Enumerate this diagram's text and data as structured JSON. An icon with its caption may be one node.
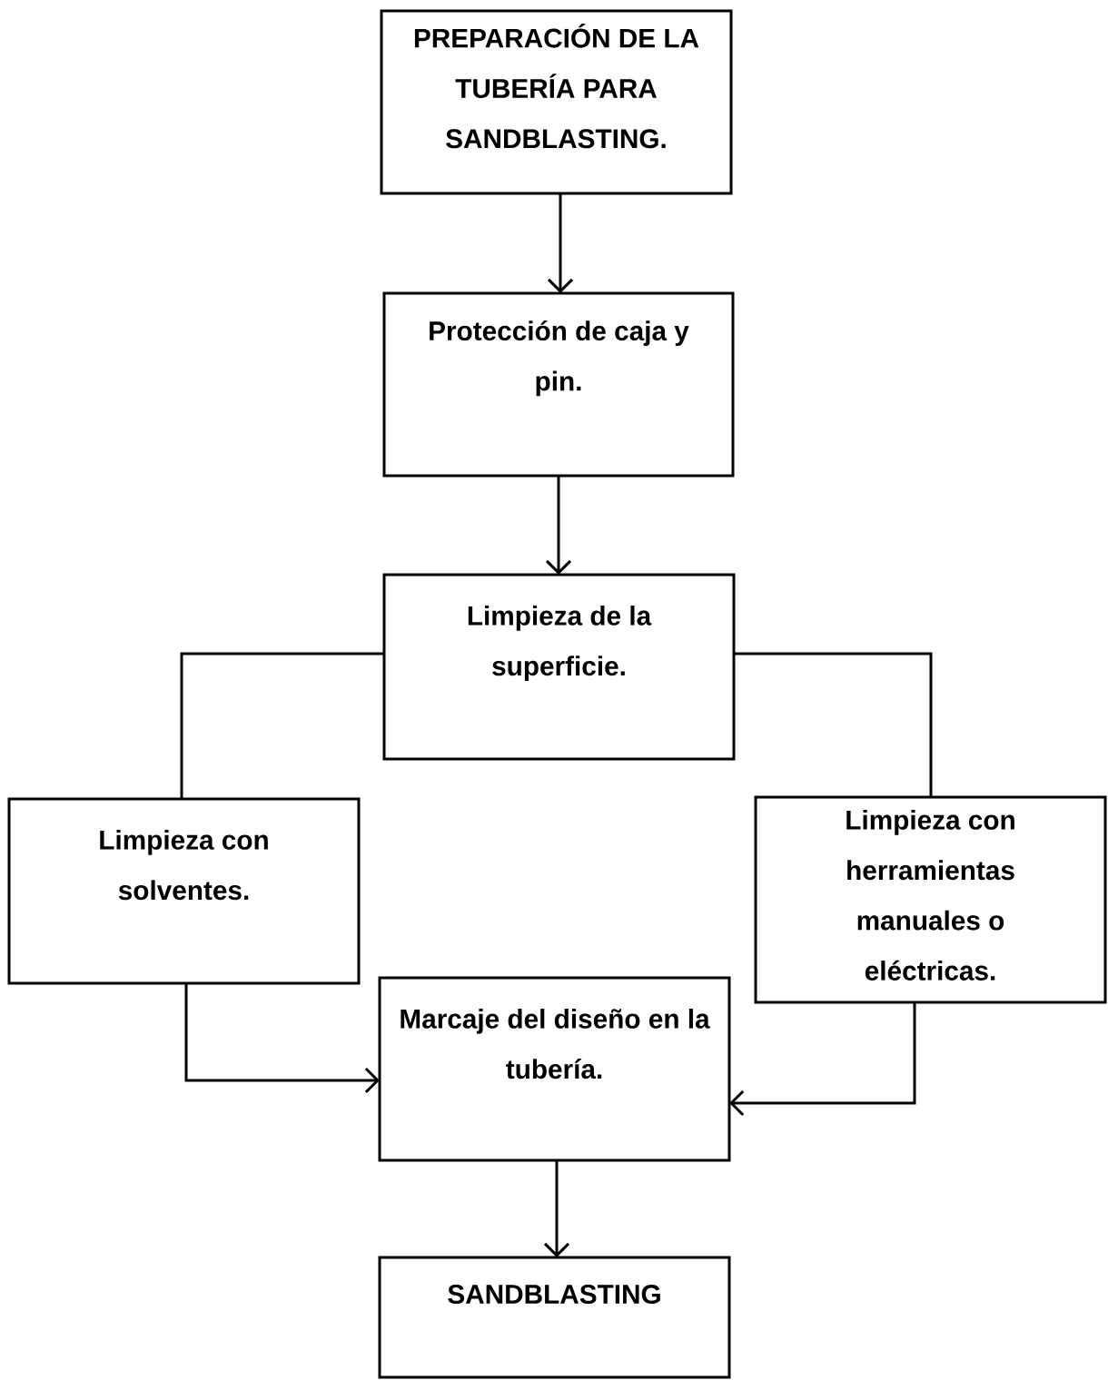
{
  "diagram": {
    "nodes": [
      {
        "text": [
          "PREPARACIÓN DE LA TUBERÍA PARA SANDBLASTING."
        ]
      },
      {
        "text": [
          "Protección de caja y pin."
        ]
      },
      {
        "text": [
          "Limpieza de la superficie."
        ]
      },
      {
        "text": [
          "Limpieza con solventes."
        ]
      },
      {
        "text": [
          "Limpieza con herramientas manuales o eléctricas."
        ]
      },
      {
        "text": [
          "Marcaje del diseño en la tubería."
        ]
      },
      {
        "text": [
          "SANDBLASTING"
        ]
      }
    ],
    "edges": [
      {
        "from": 0,
        "to": 1,
        "arrow": "to"
      },
      {
        "from": 1,
        "to": 2,
        "arrow": "to"
      },
      {
        "from": 2,
        "to": 3,
        "arrow": "none"
      },
      {
        "from": 2,
        "to": 4,
        "arrow": "none"
      },
      {
        "from": 3,
        "to": 5,
        "arrow": "to"
      },
      {
        "from": 4,
        "to": 5,
        "arrow": "to"
      },
      {
        "from": 5,
        "to": 6,
        "arrow": "to"
      }
    ]
  }
}
